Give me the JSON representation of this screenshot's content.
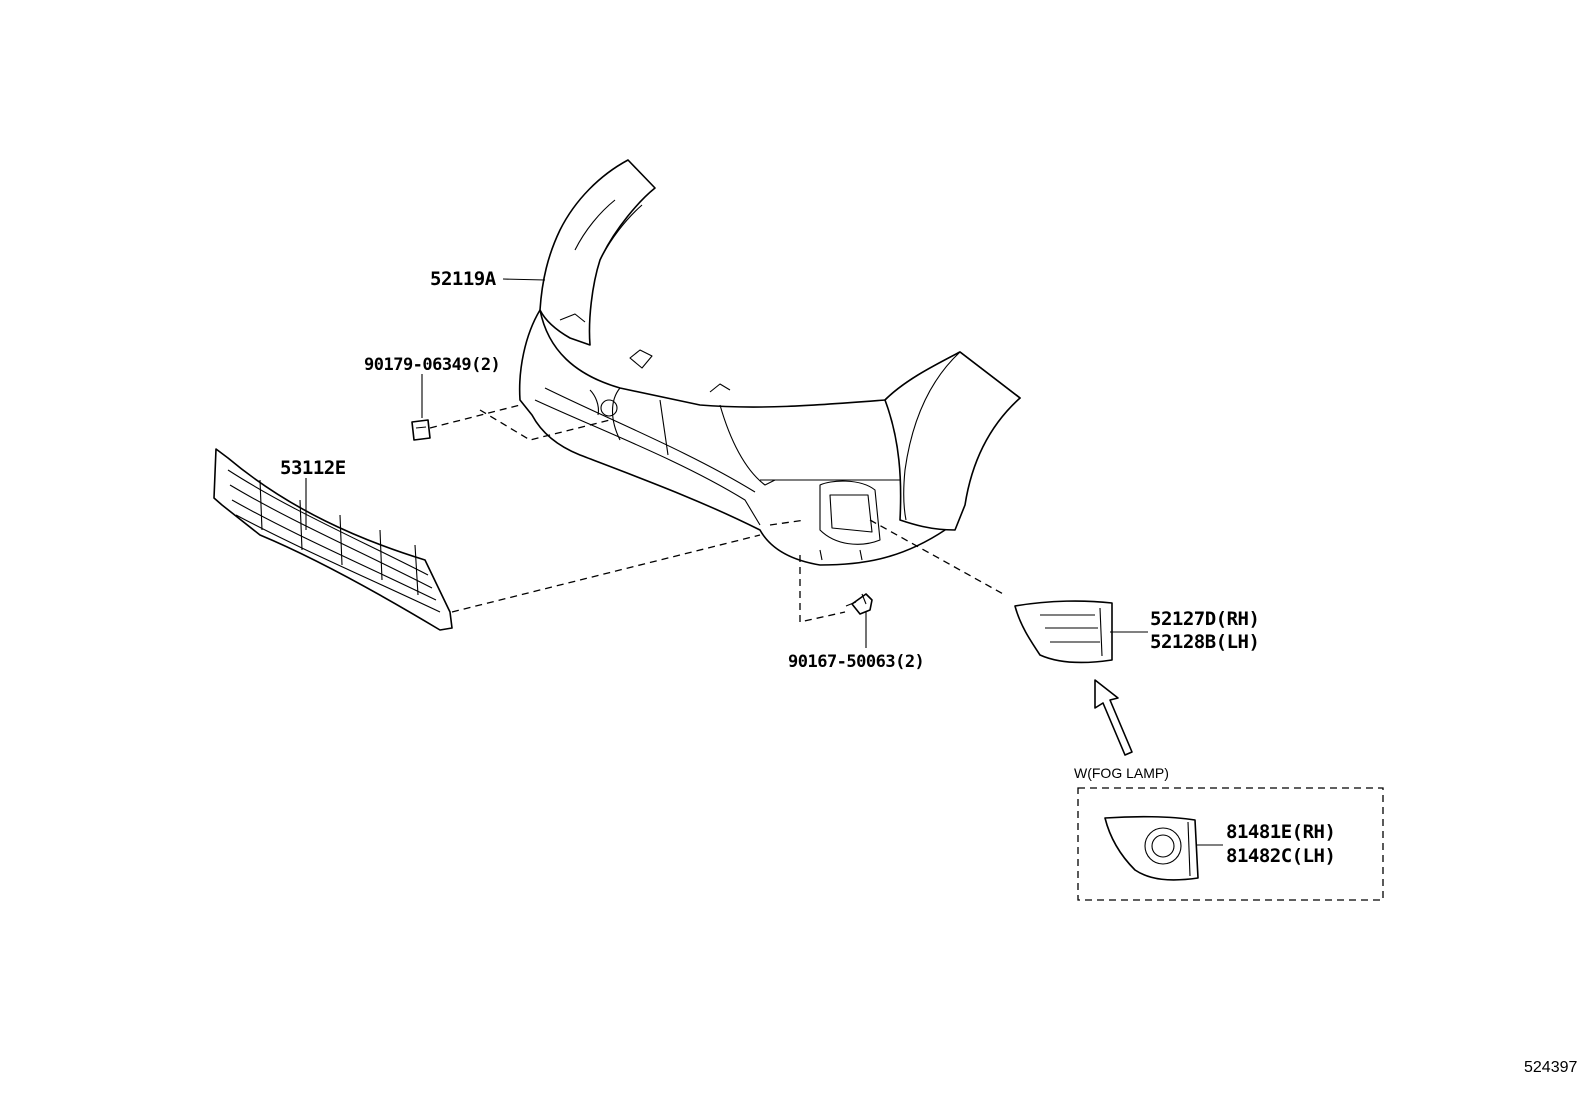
{
  "diagram": {
    "figure_number": "524397",
    "callouts": {
      "bumper_cover": "52119A",
      "clip": "90179-06349(2)",
      "lower_grille": "53112E",
      "screw": "90167-50063(2)",
      "fog_cover_rh": "52127D(RH)",
      "fog_cover_lh": "52128B(LH)",
      "fog_lamp_cover_rh": "81481E(RH)",
      "fog_lamp_cover_lh": "81482C(LH)"
    },
    "inset_caption": "W(FOG LAMP)"
  }
}
